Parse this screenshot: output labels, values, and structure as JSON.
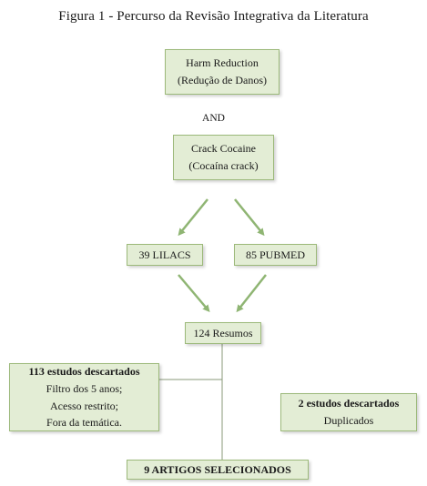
{
  "figure": {
    "title": "Figura 1 - Percurso da Revisão Integrativa da Literatura"
  },
  "nodes": {
    "harm_reduction": {
      "line1": "Harm Reduction",
      "line2": "(Redução de Danos)"
    },
    "connector_and": "AND",
    "crack_cocaine": {
      "line1": "Crack Cocaine",
      "line2": "(Cocaína crack)"
    },
    "lilacs": "39 LILACS",
    "pubmed": "85 PUBMED",
    "resumos": "124 Resumos",
    "discard_113": {
      "heading": "113 estudos descartados",
      "items": [
        "Filtro dos 5 anos;",
        "Acesso restrito;",
        "Fora da temática."
      ]
    },
    "discard_2": {
      "heading": "2 estudos descartados",
      "item": "Duplicados"
    },
    "selected": "9 ARTIGOS SELECIONADOS"
  },
  "colors": {
    "box_fill": "#e3edd5",
    "box_border": "#9cb97a",
    "arrow": "#8fb573",
    "line": "#8a9a7a"
  }
}
